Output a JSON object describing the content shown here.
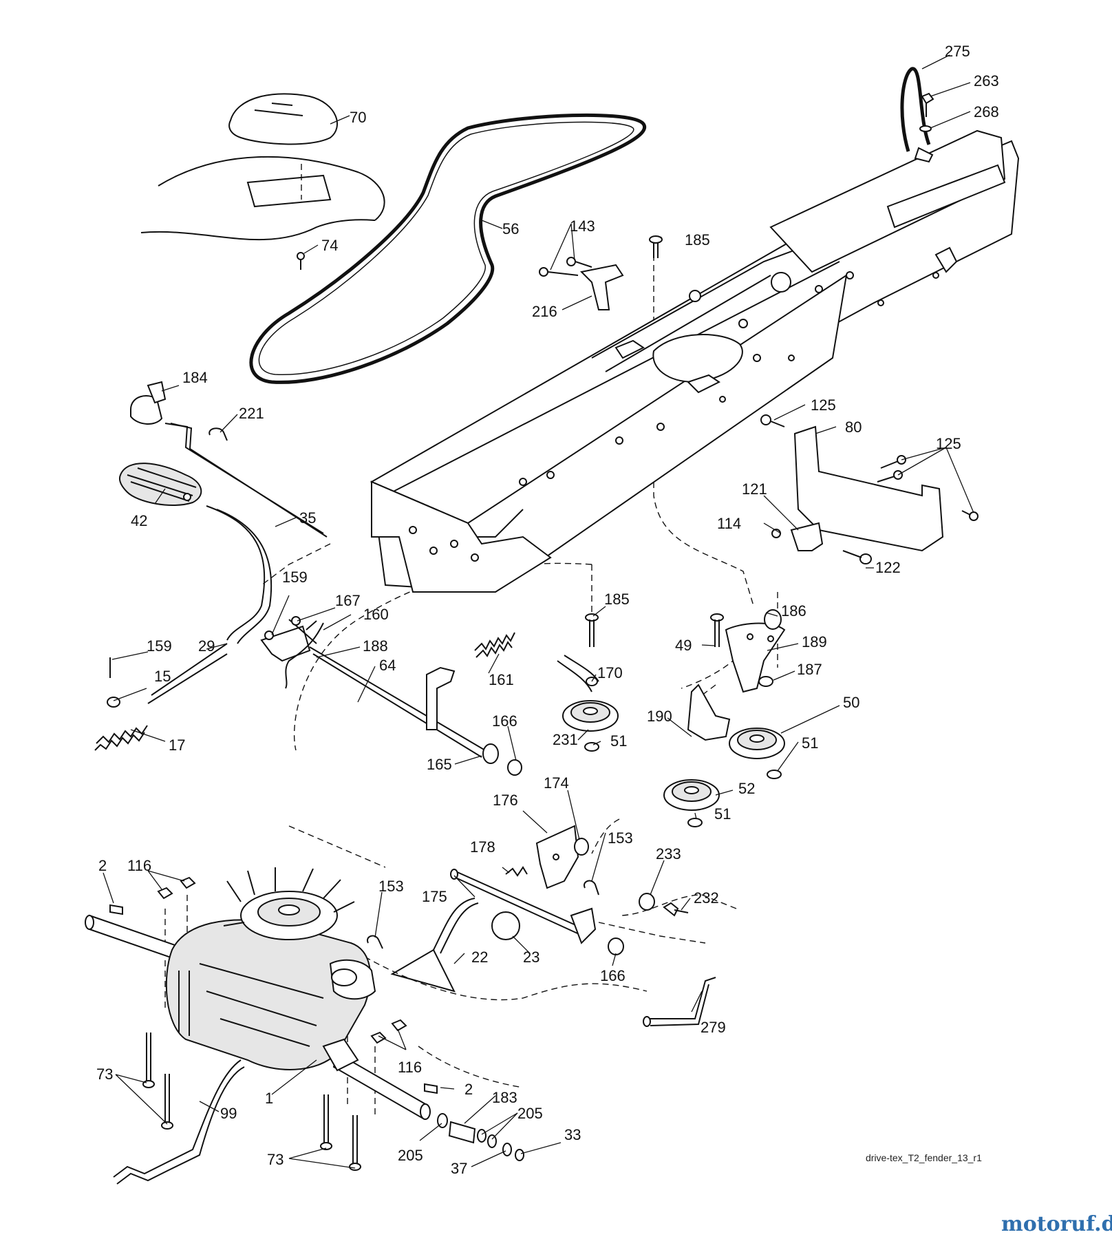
{
  "diagram": {
    "drawing_code": "drive-tex_T2_fender_13_r1",
    "watermark": "motoruf.de",
    "callouts": [
      {
        "id": "c275",
        "text": "275"
      },
      {
        "id": "c263",
        "text": "263"
      },
      {
        "id": "c268",
        "text": "268"
      },
      {
        "id": "c70",
        "text": "70"
      },
      {
        "id": "c56",
        "text": "56"
      },
      {
        "id": "c74",
        "text": "74"
      },
      {
        "id": "c143",
        "text": "143"
      },
      {
        "id": "c185a",
        "text": "185"
      },
      {
        "id": "c216",
        "text": "216"
      },
      {
        "id": "c184",
        "text": "184"
      },
      {
        "id": "c221",
        "text": "221"
      },
      {
        "id": "c125a",
        "text": "125"
      },
      {
        "id": "c80",
        "text": "80"
      },
      {
        "id": "c125b",
        "text": "125"
      },
      {
        "id": "c42",
        "text": "42"
      },
      {
        "id": "c35",
        "text": "35"
      },
      {
        "id": "c121",
        "text": "121"
      },
      {
        "id": "c114",
        "text": "114"
      },
      {
        "id": "c122",
        "text": "122"
      },
      {
        "id": "c159a",
        "text": "159"
      },
      {
        "id": "c167",
        "text": "167"
      },
      {
        "id": "c160",
        "text": "160"
      },
      {
        "id": "c185b",
        "text": "185"
      },
      {
        "id": "c186",
        "text": "186"
      },
      {
        "id": "c159b",
        "text": "159"
      },
      {
        "id": "c29",
        "text": "29"
      },
      {
        "id": "c188",
        "text": "188"
      },
      {
        "id": "c49",
        "text": "49"
      },
      {
        "id": "c189",
        "text": "189"
      },
      {
        "id": "c64",
        "text": "64"
      },
      {
        "id": "c15",
        "text": "15"
      },
      {
        "id": "c161",
        "text": "161"
      },
      {
        "id": "c170",
        "text": "170"
      },
      {
        "id": "c187",
        "text": "187"
      },
      {
        "id": "c50",
        "text": "50"
      },
      {
        "id": "c190",
        "text": "190"
      },
      {
        "id": "c166a",
        "text": "166"
      },
      {
        "id": "c17",
        "text": "17"
      },
      {
        "id": "c231",
        "text": "231"
      },
      {
        "id": "c51a",
        "text": "51"
      },
      {
        "id": "c51b",
        "text": "51"
      },
      {
        "id": "c165",
        "text": "165"
      },
      {
        "id": "c52",
        "text": "52"
      },
      {
        "id": "c51c",
        "text": "51"
      },
      {
        "id": "c174",
        "text": "174"
      },
      {
        "id": "c176",
        "text": "176"
      },
      {
        "id": "c153a",
        "text": "153"
      },
      {
        "id": "c178",
        "text": "178"
      },
      {
        "id": "c233",
        "text": "233"
      },
      {
        "id": "c2a",
        "text": "2"
      },
      {
        "id": "c116a",
        "text": "116"
      },
      {
        "id": "c153b",
        "text": "153"
      },
      {
        "id": "c175",
        "text": "175"
      },
      {
        "id": "c232",
        "text": "232"
      },
      {
        "id": "c22",
        "text": "22"
      },
      {
        "id": "c23",
        "text": "23"
      },
      {
        "id": "c166b",
        "text": "166"
      },
      {
        "id": "c279",
        "text": "279"
      },
      {
        "id": "c116b",
        "text": "116"
      },
      {
        "id": "c73a",
        "text": "73"
      },
      {
        "id": "c2b",
        "text": "2"
      },
      {
        "id": "c183",
        "text": "183"
      },
      {
        "id": "c1",
        "text": "1"
      },
      {
        "id": "c99",
        "text": "99"
      },
      {
        "id": "c205a",
        "text": "205"
      },
      {
        "id": "c33",
        "text": "33"
      },
      {
        "id": "c73b",
        "text": "73"
      },
      {
        "id": "c205b",
        "text": "205"
      },
      {
        "id": "c37",
        "text": "37"
      }
    ]
  }
}
